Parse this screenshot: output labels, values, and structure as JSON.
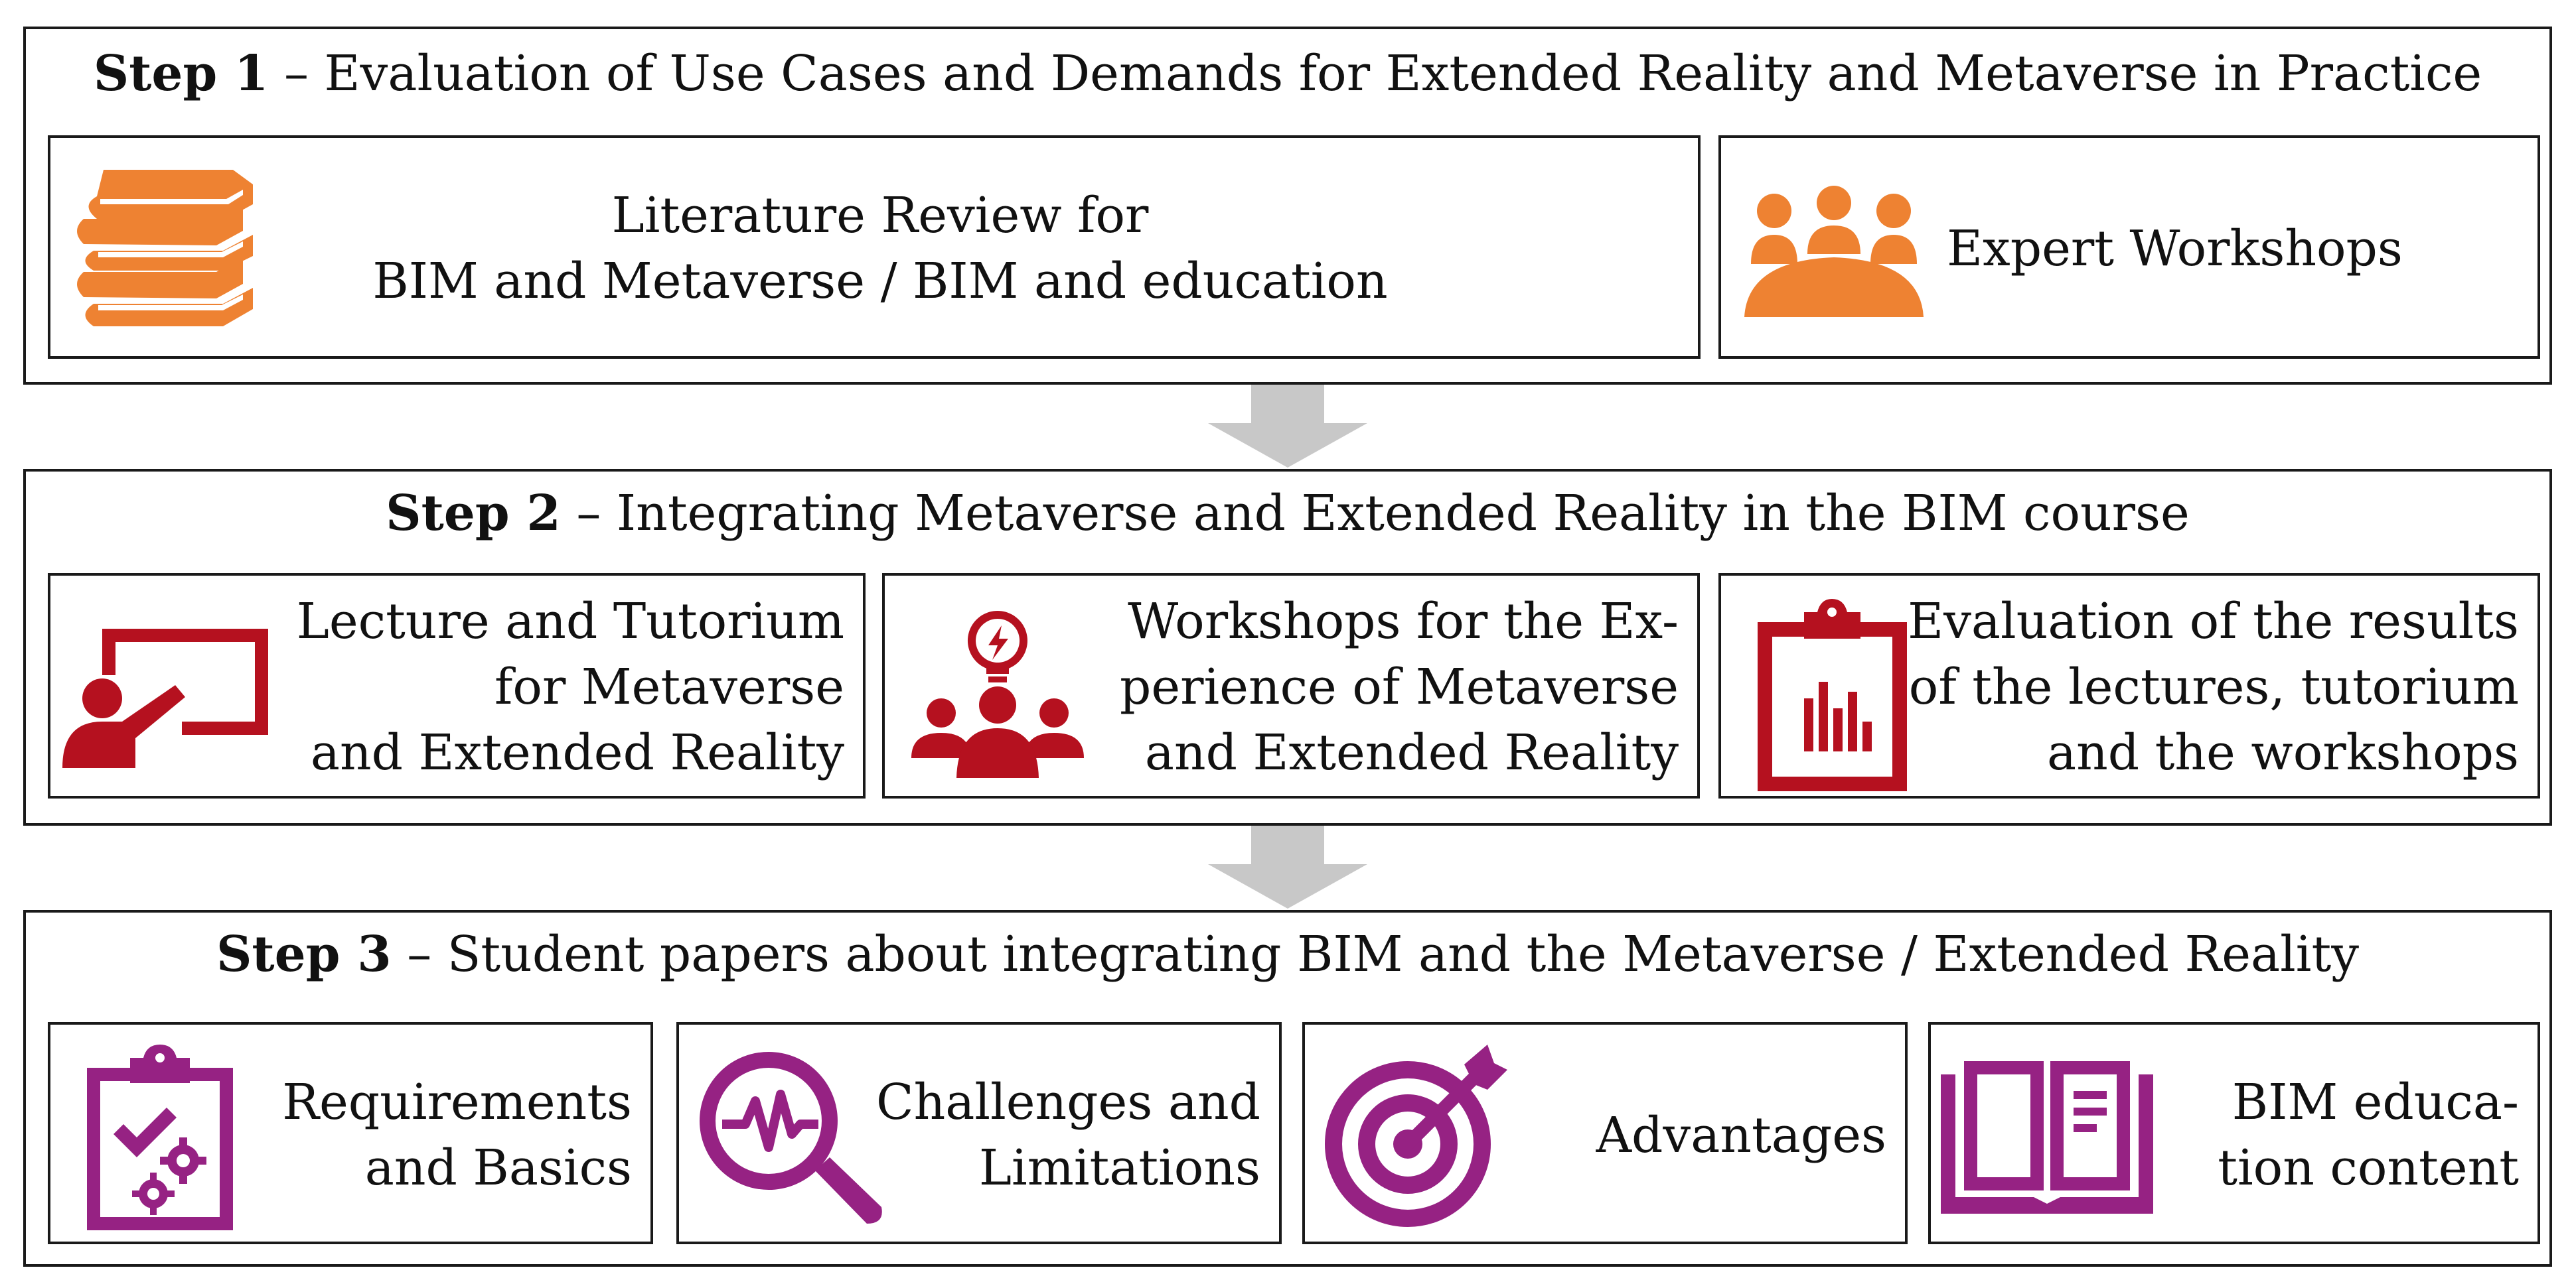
{
  "colors": {
    "orange": "#EE8232",
    "red": "#B5111F",
    "purple": "#962283",
    "arrow": "#C8C8C8",
    "border": "#1A1A1A"
  },
  "step1": {
    "label": "Step 1",
    "title": "– Evaluation of Use Cases and Demands for Extended Reality and Metaverse in Practice",
    "cards": [
      {
        "icon": "books-icon",
        "lines": [
          "Literature Review for",
          "BIM and Metaverse / BIM and education"
        ]
      },
      {
        "icon": "people-meeting-icon",
        "lines": [
          "Expert Workshops"
        ]
      }
    ]
  },
  "step2": {
    "label": "Step 2",
    "title": "– Integrating Metaverse and Extended Reality in the BIM course",
    "cards": [
      {
        "icon": "presentation-board-icon",
        "lines": [
          "Lecture and Tutorium",
          "for Metaverse",
          "and Extended Reality"
        ]
      },
      {
        "icon": "team-idea-icon",
        "lines": [
          "Workshops for the Ex-",
          "perience of Metaverse",
          "and Extended Reality"
        ]
      },
      {
        "icon": "clipboard-chart-icon",
        "lines": [
          "Evaluation of the results",
          "of the lectures, tutorium",
          "and the workshops"
        ]
      }
    ]
  },
  "step3": {
    "label": "Step 3",
    "title": "– Student papers about integrating BIM and the Metaverse / Extended Reality",
    "cards": [
      {
        "icon": "clipboard-gears-icon",
        "lines": [
          "Requirements",
          "and Basics"
        ]
      },
      {
        "icon": "magnifier-pulse-icon",
        "lines": [
          "Challenges and",
          "Limitations"
        ]
      },
      {
        "icon": "target-arrow-icon",
        "lines": [
          "Advantages"
        ]
      },
      {
        "icon": "open-book-icon",
        "lines": [
          "BIM educa-",
          "tion content"
        ]
      }
    ]
  }
}
